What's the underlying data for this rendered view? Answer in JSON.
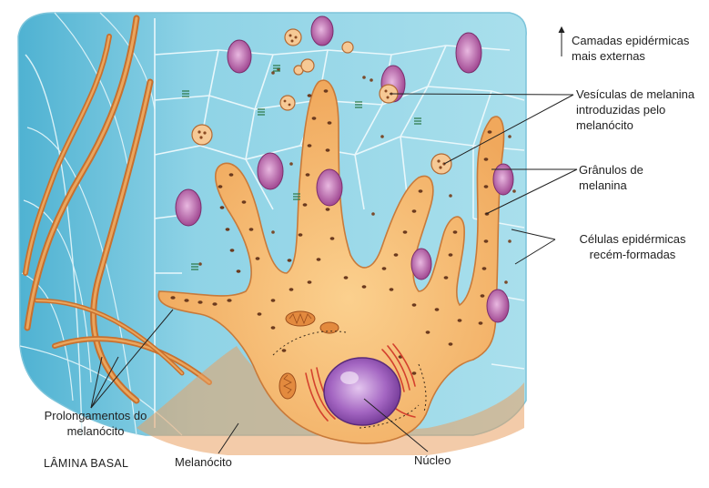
{
  "labels": {
    "top_layers": [
      "Camadas epidérmicas",
      "mais externas"
    ],
    "vesicles": [
      "Vesículas de melanina",
      "introduzidas pelo",
      "melanócito"
    ],
    "granules": [
      "Grânulos de",
      "melanina"
    ],
    "new_cells": [
      "Células epidérmicas",
      "recém-formadas"
    ],
    "processes": [
      "Prolongamentos do",
      "melanócito"
    ],
    "basal_lamina": "LÂMINA BASAL",
    "melanocyte": "Melanócito",
    "nucleus": "Núcleo"
  },
  "colors": {
    "epidermis": "#9fd8e6",
    "epidermis_dark": "#5bb8d4",
    "cell_border": "#e6f6fa",
    "cell_nucleus": "#a04a90",
    "melanocyte": "#f4b86a",
    "melanocyte_edge": "#c87a3a",
    "granule": "#6b3a1e",
    "nerve_process": "#c8702e",
    "melanocyte_nucleus": "#8a4aa8"
  }
}
